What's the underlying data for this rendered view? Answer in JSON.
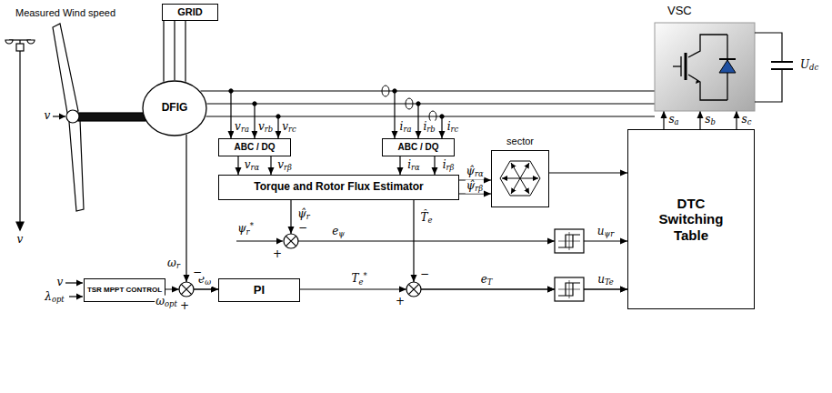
{
  "diagram": {
    "nodes": [
      {
        "text": [
          "GRID"
        ]
      },
      {
        "text": [
          "DFIG"
        ]
      },
      {
        "text": [
          "VSC"
        ]
      },
      {
        "text": [
          "ABC / DQ"
        ]
      },
      {
        "text": [
          "ABC / DQ"
        ]
      },
      {
        "text": [
          "Torque and Rotor Flux Estimator"
        ]
      },
      {
        "text": [
          "sector"
        ]
      },
      {
        "text": [
          "DTC Switching Table"
        ]
      },
      {
        "text": [
          "TSR MPPT CONTROL"
        ]
      },
      {
        "text": [
          "PI"
        ]
      }
    ],
    "edges": [
      {
        "from": 0,
        "to": 1,
        "arrow": "none"
      },
      {
        "from": 1,
        "to": 2,
        "arrow": "none"
      },
      {
        "from": 1,
        "to": 3,
        "arrow": "to"
      },
      {
        "from": 1,
        "to": 4,
        "arrow": "to"
      },
      {
        "from": 3,
        "to": 5,
        "arrow": "to",
        "label": "vrα"
      },
      {
        "from": 3,
        "to": 5,
        "arrow": "to",
        "label": "vrβ"
      },
      {
        "from": 4,
        "to": 5,
        "arrow": "to",
        "label": "irα"
      },
      {
        "from": 4,
        "to": 5,
        "arrow": "to",
        "label": "irβ"
      },
      {
        "from": 5,
        "to": 6,
        "arrow": "to",
        "label": "ψ̂rα"
      },
      {
        "from": 5,
        "to": 6,
        "arrow": "to",
        "label": "ψ̂rβ"
      },
      {
        "from": 6,
        "to": 7,
        "arrow": "to"
      },
      {
        "from": 7,
        "to": 2,
        "arrow": "to",
        "label": "sa"
      },
      {
        "from": 7,
        "to": 2,
        "arrow": "to",
        "label": "sb"
      },
      {
        "from": 7,
        "to": 2,
        "arrow": "to",
        "label": "sc"
      },
      {
        "from": 5,
        "to": 7,
        "arrow": "to",
        "label": "ψ̂r"
      },
      {
        "from": 5,
        "to": 7,
        "arrow": "to",
        "label": "T̂e"
      },
      {
        "from": 8,
        "to": 9,
        "arrow": "to",
        "label": "ωopt"
      },
      {
        "from": 1,
        "to": 9,
        "arrow": "to",
        "label": "ωr"
      },
      {
        "from": 9,
        "to": 7,
        "arrow": "to",
        "label": "Te*"
      }
    ],
    "labels": [
      "Measured Wind speed",
      "v",
      "v",
      "vra",
      "vrb",
      "vrc",
      "ira",
      "irb",
      "irc",
      "Udc",
      "ψr*",
      "eψ",
      "uψr",
      "eT",
      "uTe",
      "eω",
      "v",
      "λopt",
      "−",
      "+",
      "−",
      "+",
      "−",
      "+"
    ]
  }
}
